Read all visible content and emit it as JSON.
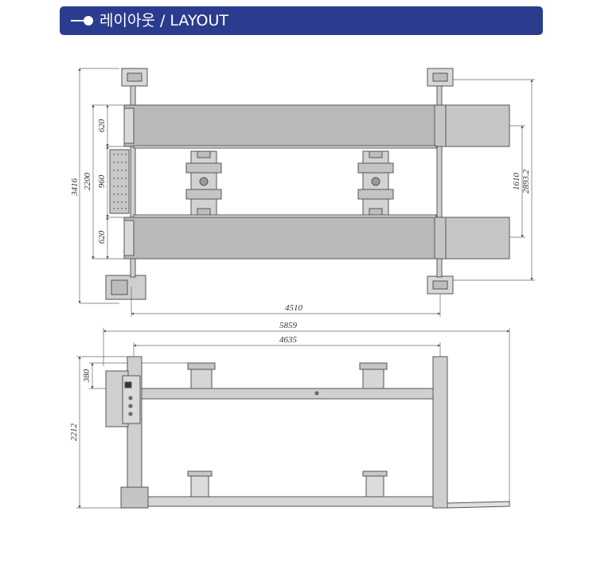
{
  "header": {
    "title": "레이아웃 / LAYOUT"
  },
  "colors": {
    "header_bg": "#2b3c8f",
    "runway": "#b9b9b9",
    "line": "#555555"
  },
  "plan_view": {
    "dims": {
      "overall_height": "3416",
      "track_span": "2200",
      "runway_width_top": "620",
      "gap": "960",
      "runway_width_bottom": "620",
      "inner_width": "1610",
      "outer_width": "2893.2",
      "column_span": "4510"
    }
  },
  "side_view": {
    "dims": {
      "overall_length": "5859",
      "column_center": "4635",
      "offset": "380",
      "height": "2212"
    }
  }
}
